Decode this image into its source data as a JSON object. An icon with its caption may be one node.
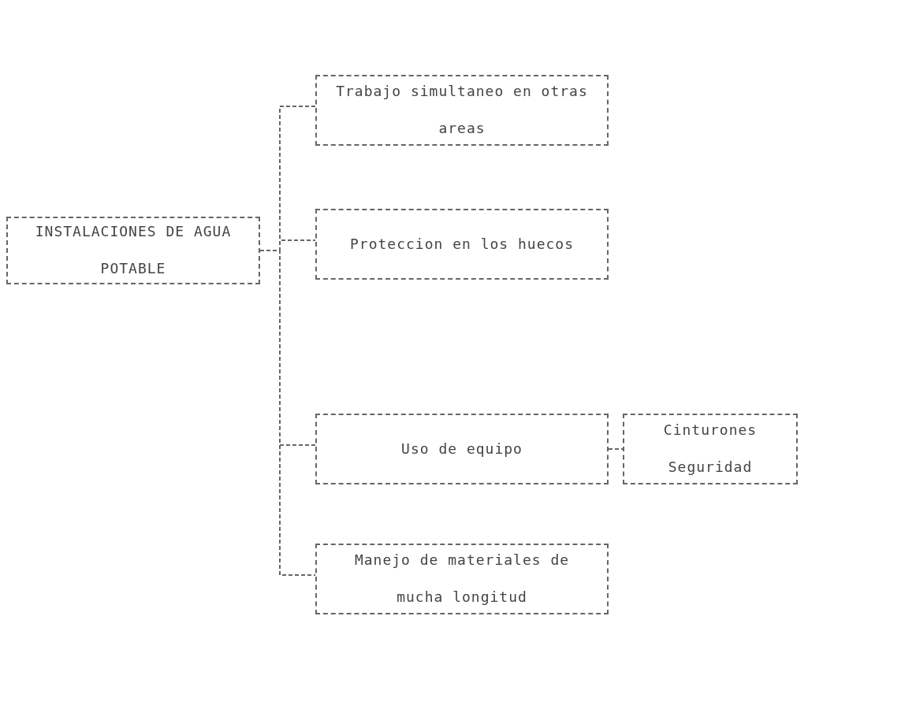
{
  "diagram": {
    "nodes": [
      {
        "text": [
          "INSTALACIONES DE AGUA POTABLE"
        ]
      },
      {
        "text": [
          "Trabajo simultaneo en otras areas"
        ]
      },
      {
        "text": [
          "Proteccion en los huecos"
        ]
      },
      {
        "text": [
          "Uso de equipo"
        ]
      },
      {
        "text": [
          "Cinturones Seguridad"
        ]
      },
      {
        "text": [
          "Manejo de materiales de mucha longitud"
        ]
      }
    ],
    "edges": [
      {
        "from": 0,
        "to": 1,
        "arrow": "none"
      },
      {
        "from": 0,
        "to": 2,
        "arrow": "none"
      },
      {
        "from": 0,
        "to": 3,
        "arrow": "none"
      },
      {
        "from": 0,
        "to": 5,
        "arrow": "none"
      },
      {
        "from": 3,
        "to": 4,
        "arrow": "none"
      }
    ]
  }
}
